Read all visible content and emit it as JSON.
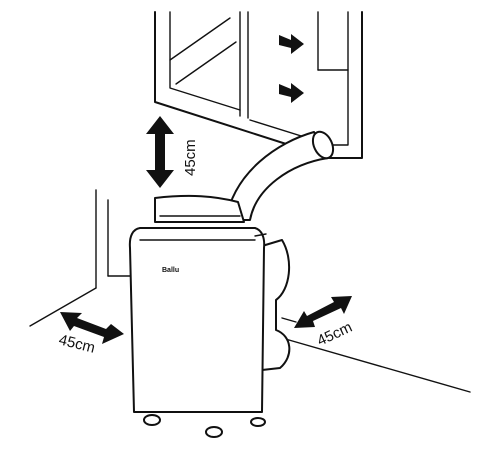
{
  "diagram": {
    "clearance_top": "45cm",
    "clearance_left": "45cm",
    "clearance_right": "45cm",
    "brand": "Ballu",
    "colors": {
      "line": "#111111",
      "background": "#ffffff"
    }
  }
}
